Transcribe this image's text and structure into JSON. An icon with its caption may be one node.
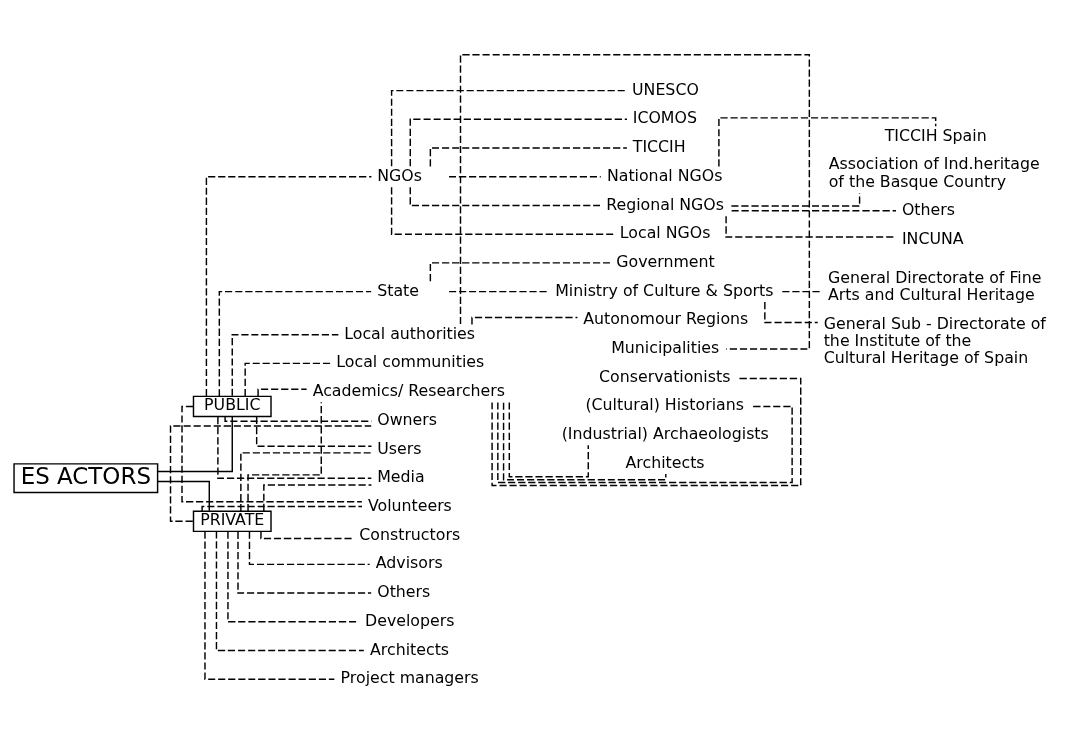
{
  "diagram": {
    "nodes": [
      {
        "text": [
          "ES ACTORS"
        ]
      },
      {
        "text": [
          "PUBLIC"
        ]
      },
      {
        "text": [
          "State"
        ]
      },
      {
        "text": [
          "Government"
        ]
      },
      {
        "text": [
          "Ministry of Culture & Sports"
        ]
      },
      {
        "text": [
          "General Directorate of Fine Arts and Cultural Heritage"
        ]
      },
      {
        "text": [
          "General Sub - Directorate of the Institute of the Cultural Heritage of Spain"
        ]
      },
      {
        "text": [
          "Local authorities"
        ]
      },
      {
        "text": [
          "Autonomour Regions"
        ]
      },
      {
        "text": [
          "Municipalities"
        ]
      },
      {
        "text": [
          "Local communities"
        ]
      },
      {
        "text": [
          "NGOs"
        ]
      },
      {
        "text": [
          "UNESCO"
        ]
      },
      {
        "text": [
          "ICOMOS"
        ]
      },
      {
        "text": [
          "TICCIH"
        ]
      },
      {
        "text": [
          "National NGOs"
        ]
      },
      {
        "text": [
          "TICCIH Spain"
        ]
      },
      {
        "text": [
          "Regional NGOs"
        ]
      },
      {
        "text": [
          "INCUNA"
        ]
      },
      {
        "text": [
          "Association of Ind.heritage of the Basque Country"
        ]
      },
      {
        "text": [
          "Others"
        ]
      },
      {
        "text": [
          "Local NGOs"
        ]
      },
      {
        "text": [
          "Owners"
        ]
      },
      {
        "text": [
          "Users"
        ]
      },
      {
        "text": [
          "Media"
        ]
      },
      {
        "text": [
          "Volunteers"
        ]
      },
      {
        "text": [
          "Academics/ Researchers"
        ]
      },
      {
        "text": [
          "(Industrial) Archaeologists"
        ]
      },
      {
        "text": [
          "Architects"
        ]
      },
      {
        "text": [
          "Conservationists"
        ]
      },
      {
        "text": [
          "(Cultural) Historians"
        ]
      },
      {
        "text": [
          "PRIVATE"
        ]
      },
      {
        "text": [
          "Developers"
        ]
      },
      {
        "text": [
          "Architects"
        ]
      },
      {
        "text": [
          "Project managers"
        ]
      },
      {
        "text": [
          "Constructors"
        ]
      },
      {
        "text": [
          "Advisors"
        ]
      },
      {
        "text": [
          "Others"
        ]
      }
    ],
    "edges": [
      {
        "from": 0,
        "to": 1,
        "arrow": "none"
      },
      {
        "from": 0,
        "to": 31,
        "arrow": "none"
      },
      {
        "from": 1,
        "to": 2,
        "arrow": "none",
        "style": "dashed"
      },
      {
        "from": 2,
        "to": 3,
        "arrow": "none",
        "style": "dashed"
      },
      {
        "from": 2,
        "to": 4,
        "arrow": "none",
        "style": "dashed"
      },
      {
        "from": 4,
        "to": 5,
        "arrow": "none",
        "style": "dashed"
      },
      {
        "from": 4,
        "to": 6,
        "arrow": "none",
        "style": "dashed"
      },
      {
        "from": 1,
        "to": 7,
        "arrow": "none",
        "style": "dashed"
      },
      {
        "from": 7,
        "to": 8,
        "arrow": "none",
        "style": "dashed"
      },
      {
        "from": 7,
        "to": 9,
        "arrow": "none",
        "style": "dashed"
      },
      {
        "from": 1,
        "to": 10,
        "arrow": "none",
        "style": "dashed"
      },
      {
        "from": 1,
        "to": 11,
        "arrow": "none",
        "style": "dashed"
      },
      {
        "from": 11,
        "to": 12,
        "arrow": "none",
        "style": "dashed"
      },
      {
        "from": 11,
        "to": 13,
        "arrow": "none",
        "style": "dashed"
      },
      {
        "from": 11,
        "to": 14,
        "arrow": "none",
        "style": "dashed"
      },
      {
        "from": 11,
        "to": 15,
        "arrow": "none",
        "style": "dashed"
      },
      {
        "from": 15,
        "to": 16,
        "arrow": "none",
        "style": "dashed"
      },
      {
        "from": 11,
        "to": 17,
        "arrow": "none",
        "style": "dashed"
      },
      {
        "from": 17,
        "to": 18,
        "arrow": "none",
        "style": "dashed"
      },
      {
        "from": 17,
        "to": 19,
        "arrow": "none",
        "style": "dashed"
      },
      {
        "from": 17,
        "to": 20,
        "arrow": "none",
        "style": "dashed"
      },
      {
        "from": 11,
        "to": 21,
        "arrow": "none",
        "style": "dashed"
      },
      {
        "from": 1,
        "to": 22,
        "arrow": "none",
        "style": "dashed"
      },
      {
        "from": 1,
        "to": 23,
        "arrow": "none",
        "style": "dashed"
      },
      {
        "from": 1,
        "to": 24,
        "arrow": "none",
        "style": "dashed"
      },
      {
        "from": 1,
        "to": 25,
        "arrow": "none",
        "style": "dashed"
      },
      {
        "from": 1,
        "to": 26,
        "arrow": "none",
        "style": "dashed"
      },
      {
        "from": 31,
        "to": 22,
        "arrow": "none",
        "style": "dashed"
      },
      {
        "from": 31,
        "to": 23,
        "arrow": "none",
        "style": "dashed"
      },
      {
        "from": 31,
        "to": 24,
        "arrow": "none",
        "style": "dashed"
      },
      {
        "from": 31,
        "to": 25,
        "arrow": "none",
        "style": "dashed"
      },
      {
        "from": 31,
        "to": 26,
        "arrow": "none",
        "style": "dashed"
      },
      {
        "from": 26,
        "to": 27,
        "arrow": "none",
        "style": "dashed"
      },
      {
        "from": 26,
        "to": 28,
        "arrow": "none",
        "style": "dashed"
      },
      {
        "from": 26,
        "to": 29,
        "arrow": "none",
        "style": "dashed"
      },
      {
        "from": 26,
        "to": 30,
        "arrow": "none",
        "style": "dashed"
      },
      {
        "from": 31,
        "to": 32,
        "arrow": "none",
        "style": "dashed"
      },
      {
        "from": 31,
        "to": 33,
        "arrow": "none",
        "style": "dashed"
      },
      {
        "from": 31,
        "to": 34,
        "arrow": "none",
        "style": "dashed"
      },
      {
        "from": 31,
        "to": 35,
        "arrow": "none",
        "style": "dashed"
      },
      {
        "from": 31,
        "to": 36,
        "arrow": "none",
        "style": "dashed"
      },
      {
        "from": 31,
        "to": 37,
        "arrow": "none",
        "style": "dashed"
      }
    ]
  }
}
